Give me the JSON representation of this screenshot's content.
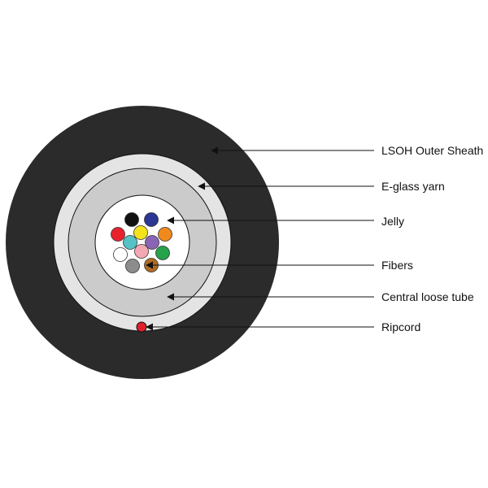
{
  "colors": {
    "outer_sheath": "#2b2b2b",
    "yarn": "#e4e4e4",
    "tube": "#cbcbcb",
    "jelly": "#ffffff",
    "ripcord": "#e0202a",
    "outline": "#111111"
  },
  "labels": {
    "outer_sheath": "LSOH Outer Sheath",
    "yarn": "E-glass yarn",
    "jelly": "Jelly",
    "fibers": "Fibers",
    "tube": "Central loose tube",
    "ripcord": "Ripcord"
  },
  "fibers": [
    {
      "color": "#111111"
    },
    {
      "color": "#2c3694"
    },
    {
      "color": "#e8222c"
    },
    {
      "color": "#f4e31c"
    },
    {
      "color": "#f08a1c"
    },
    {
      "color": "#56c2c5"
    },
    {
      "color": "#f4a8b4"
    },
    {
      "color": "#8a63b4"
    },
    {
      "color": "#ffffff"
    },
    {
      "color": "#25a24a"
    },
    {
      "color": "#8c8c8c"
    },
    {
      "color": "#b06a22"
    }
  ]
}
